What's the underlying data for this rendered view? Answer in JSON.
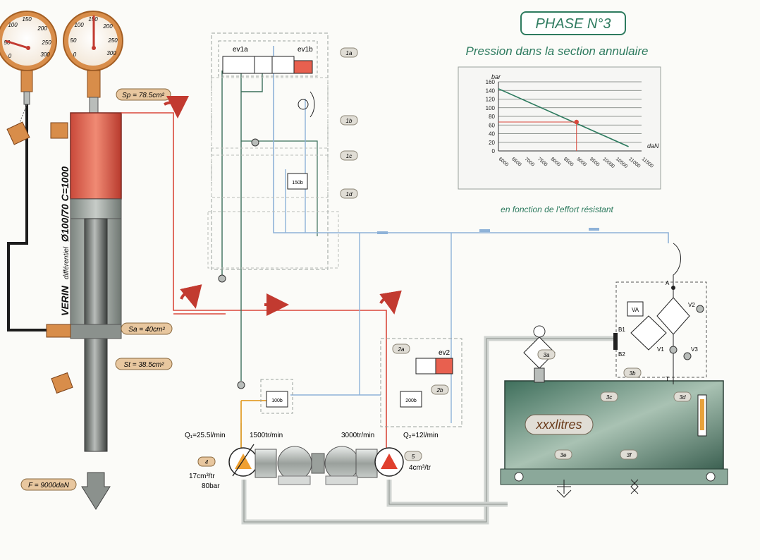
{
  "header": {
    "phase": "PHASE N°3",
    "chart_title": "Pression dans la section annulaire",
    "chart_caption": "en fonction de l'effort résistant"
  },
  "gauges": {
    "left_ticks": [
      "150",
      "100",
      "200",
      "50",
      "250",
      "0",
      "300"
    ],
    "right_ticks": [
      "150",
      "100",
      "200",
      "50",
      "250",
      "0",
      "300"
    ]
  },
  "cylinder": {
    "label_main": "VERIN",
    "label_sub": "différentiel",
    "label_dims": "Ø100/70 C=1000",
    "sp": "Sp = 78.5cm²",
    "sa": "Sa = 40cm²",
    "st": "St = 38.5cm²",
    "force": "F = 9000daN"
  },
  "valves": {
    "ev1a": "ev1a",
    "ev1b": "ev1b",
    "ev2": "ev2",
    "relief_1d": "150b",
    "relief_4": "100b",
    "relief_2b": "200b"
  },
  "refs": {
    "r1a": "1a",
    "r1b": "1b",
    "r1c": "1c",
    "r1d": "1d",
    "r2a": "2a",
    "r2b": "2b",
    "r3a": "3a",
    "r3b": "3b",
    "r3c": "3c",
    "r3d": "3d",
    "r3e": "3e",
    "r3f": "3f",
    "r4": "4",
    "r5": "5"
  },
  "pumps": {
    "q1": "Q₁=25.5l/min",
    "speed1": "1500tr/min",
    "disp1": "17cm³/tr",
    "pmax1": "80bar",
    "speed2": "3000tr/min",
    "q2": "Q₂=12l/min",
    "disp2": "4cm³/tr"
  },
  "tank": {
    "volume": "xxxlitres"
  },
  "filter_block": {
    "a": "A",
    "b1": "B1",
    "b2": "B2",
    "t": "T",
    "va": "VA",
    "v1": "V1",
    "v2": "V2",
    "v3": "V3"
  },
  "chart_data": {
    "type": "line",
    "ylabel": "bar",
    "xlabel": "daN",
    "ylim": [
      0,
      160
    ],
    "yticks": [
      0,
      20,
      40,
      60,
      80,
      100,
      120,
      140,
      160
    ],
    "xlim": [
      6000,
      11500
    ],
    "xticks": [
      "6000",
      "6500",
      "7000",
      "7500",
      "8000",
      "8500",
      "9000",
      "9500",
      "10000",
      "10500",
      "11000",
      "11500"
    ],
    "x": [
      6000,
      11000
    ],
    "y": [
      144,
      10
    ],
    "marker": {
      "x": 9000,
      "y": 67
    },
    "grid": true,
    "colors": {
      "line": "#2e7b5f",
      "marker": "#d9483b"
    }
  }
}
